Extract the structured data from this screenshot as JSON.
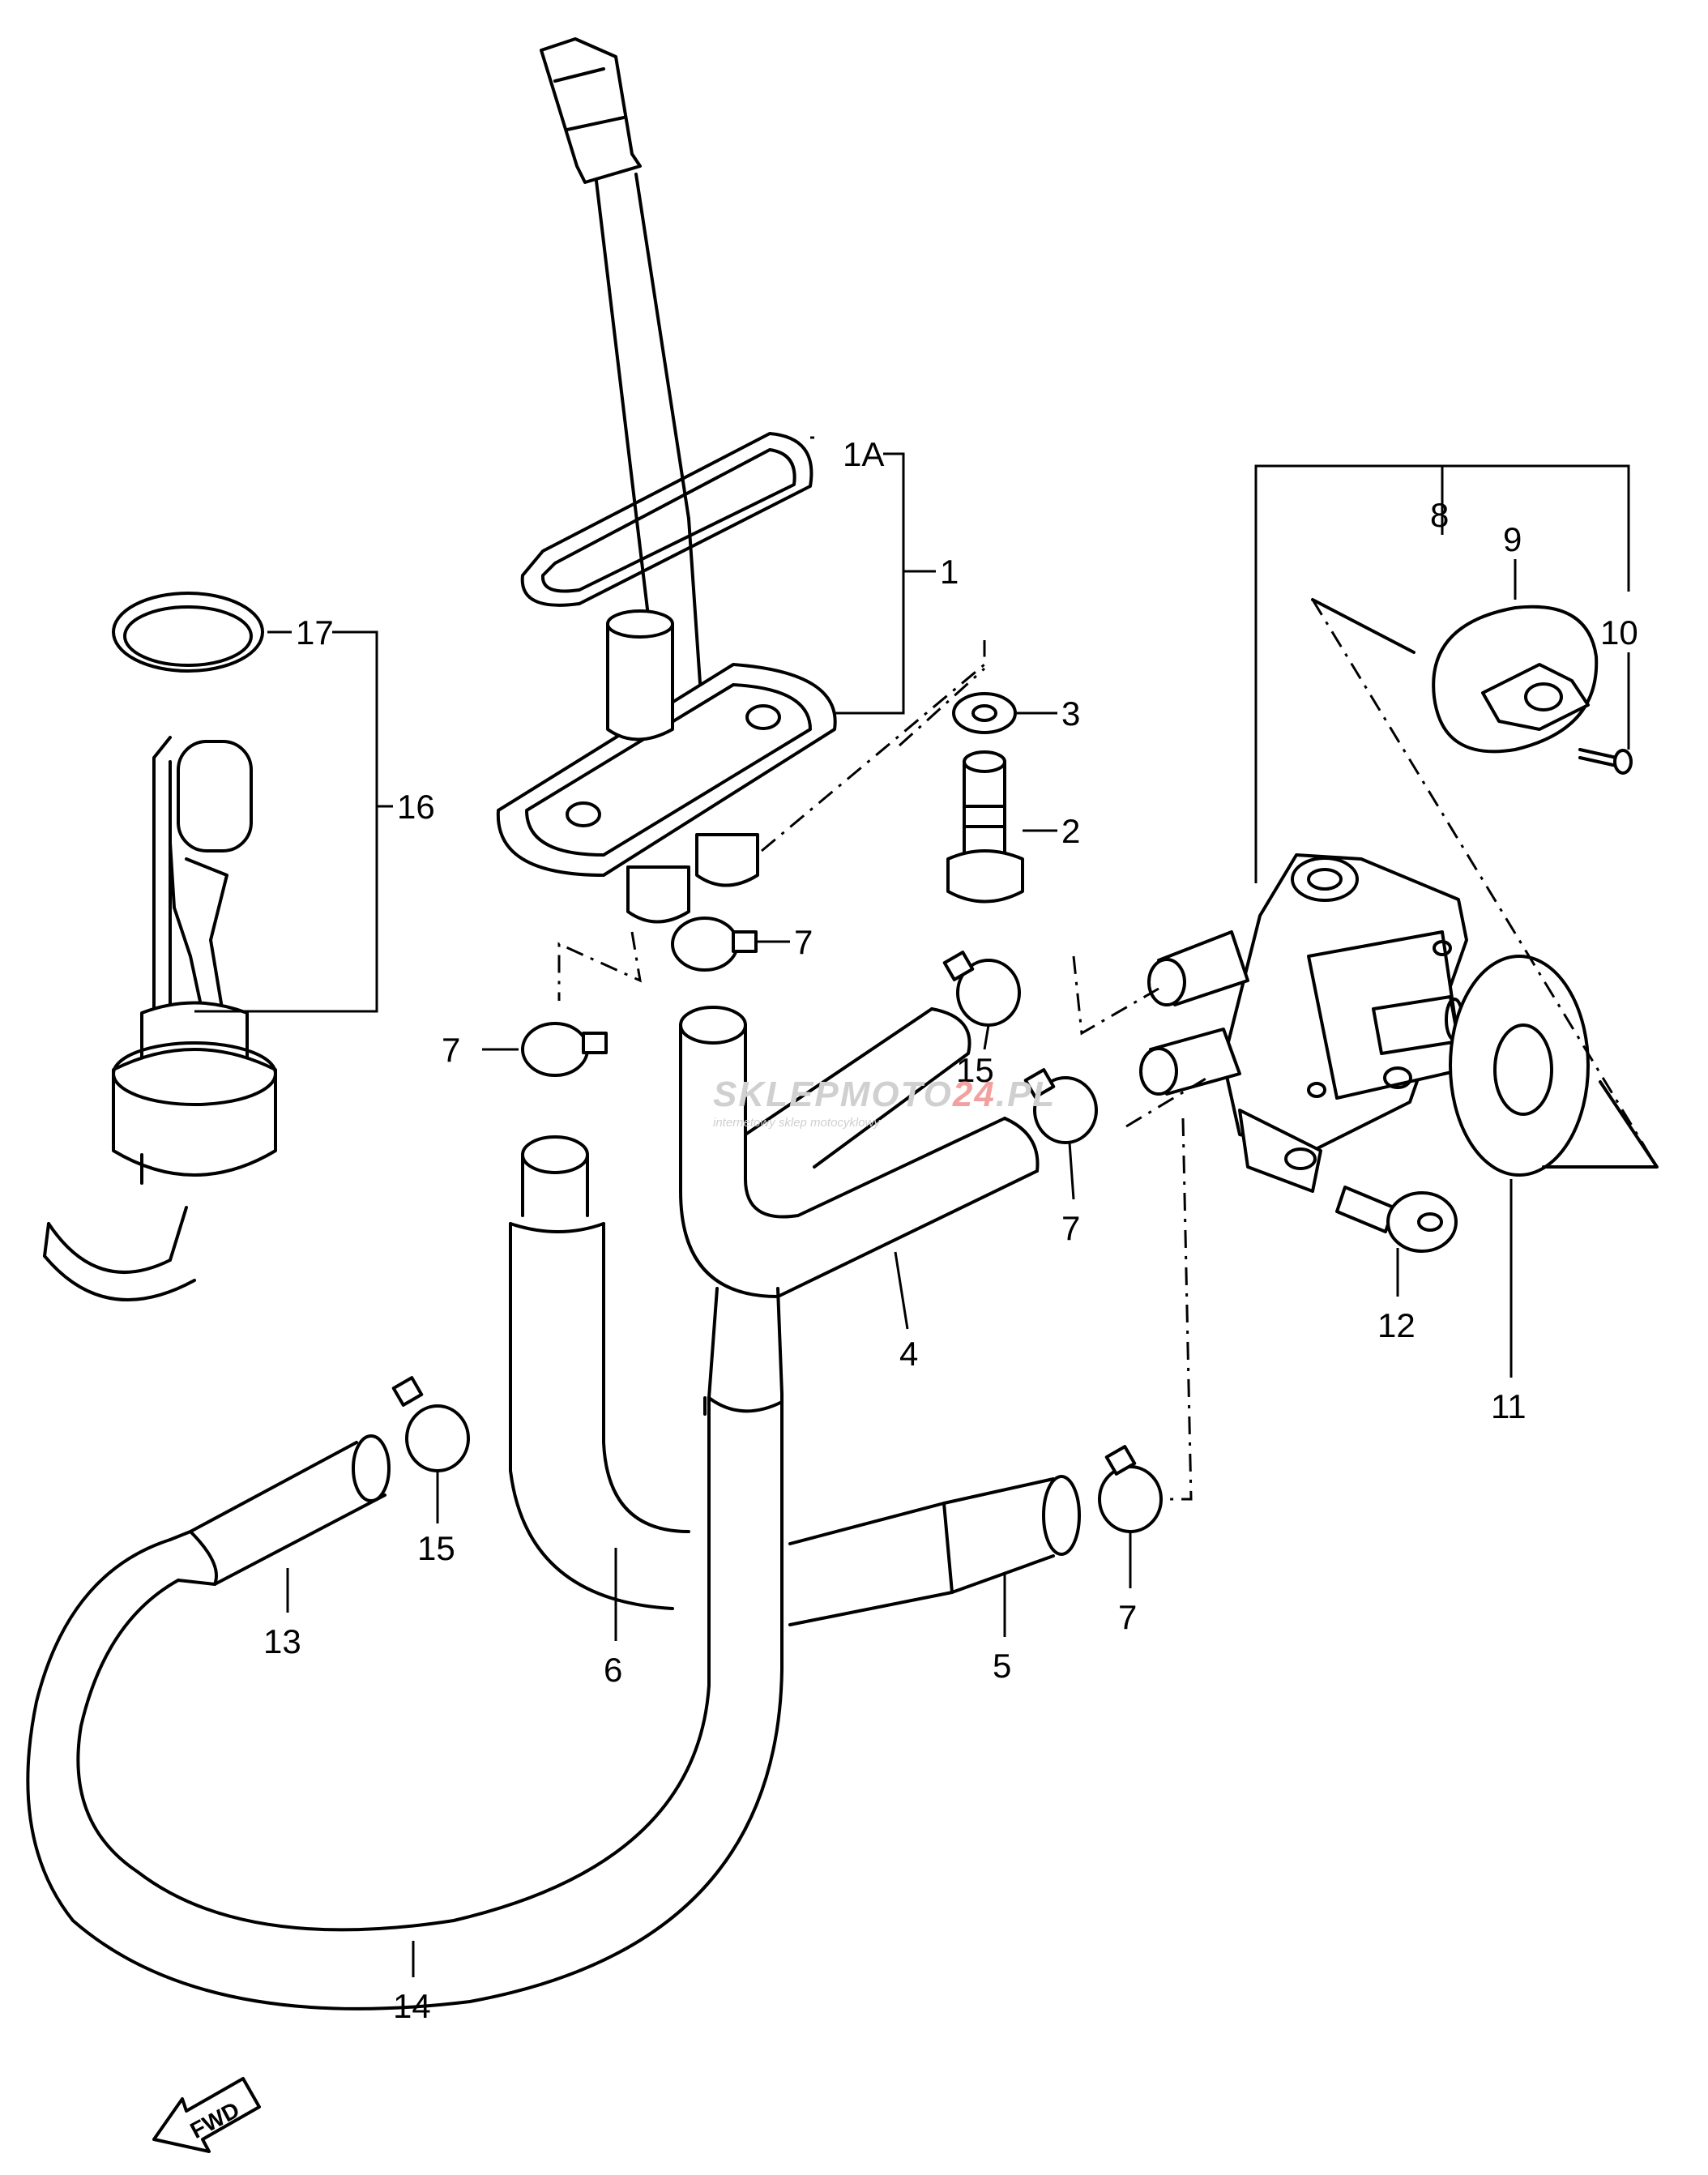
{
  "callouts": {
    "c1": "1",
    "c1a": "1A",
    "c2": "2",
    "c3": "3",
    "c4": "4",
    "c5": "5",
    "c6": "6",
    "c7a": "7",
    "c7b": "7",
    "c7c": "7",
    "c7d": "7",
    "c8": "8",
    "c9": "9",
    "c10": "10",
    "c11": "11",
    "c12": "12",
    "c13": "13",
    "c14": "14",
    "c15a": "15",
    "c15b": "15",
    "c16": "16",
    "c17": "17"
  },
  "watermark": {
    "brand_left": "SKLEPMOTO",
    "brand_mark": "24",
    "brand_right": ".PL",
    "tagline": "internetowy sklep motocyklowy"
  },
  "fwd_label": "FWD",
  "colors": {
    "line": "#000000",
    "watermark": "#d0d0d0",
    "watermark_accent": "#f2a0a0"
  }
}
